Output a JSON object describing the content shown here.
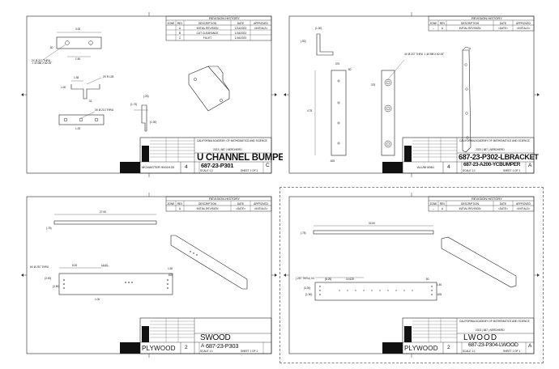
{
  "sheets": [
    {
      "revision_table": {
        "header": "REVISION HISTORY",
        "columns": [
          "ZONE",
          "REV",
          "DESCRIPTION",
          "DATE",
          "APPROVED"
        ],
        "rows": [
          [
            "",
            "A",
            "INITIAL REVISION",
            "1/14/2023",
            "<INITIALS>"
          ],
          [
            "",
            "B",
            "CUT CLEARANCE",
            "1/16/2023",
            ""
          ],
          [
            "",
            "C",
            "FILLET",
            "1/16/2023",
            ""
          ]
        ]
      },
      "dims": [
        "3.00",
        "1.50",
        ".50",
        "1.38",
        "1.00",
        "(1.73)",
        ".31",
        "1.25",
        "2X Ø.213 THRU\n↧ Ø.386 X 82.00°",
        "2X R.125",
        "3X Ø.213 THRU",
        "(.25)",
        "(1.00)"
      ],
      "school": "CALIFORNIA ACADEMY OF MATHEMATICS AND SCIENCE",
      "team": "2023 | 687 | NERDHERD",
      "title": "U CHANNEL BUMPER",
      "material": "MCMASTER 9001K33",
      "sheet_no": "4",
      "dwg_no": "687-23-P301",
      "rev": "C",
      "scale": "SCALE 1:2",
      "sheet": "SHEET 1 OF 1"
    },
    {
      "revision_table": {
        "header": "REVISION HISTORY",
        "columns": [
          "ZONE",
          "REV",
          "DESCRIPTION",
          "DATE",
          "APPROVED"
        ],
        "rows": [
          [
            "–",
            "A",
            "INITIAL REVISION",
            "<DATE>",
            "<INITIALS>"
          ]
        ]
      },
      "dims": [
        "(1.00)",
        "(.50)",
        ".375",
        "4X Ø.207 THRU ↧ Ø.398 X 82.00°",
        ".375",
        "4.75",
        ".625",
        ".50"
      ],
      "school": "CALIFORNIA ACADEMY OF MATHEMATICS AND SCIENCE",
      "team": "2023 | 687 | NERDHERD",
      "title": "687-23-P302-LBRACKET",
      "material": "ALUM 6061",
      "sheet_no": "4",
      "dwg_no": "687-23-A200-YCBUMPER",
      "rev": "A",
      "scale": "SCALE 1:1",
      "sheet": "SHEET 1 OF 1"
    },
    {
      "revision_table": {
        "header": "REVISION HISTORY",
        "columns": [
          "ZONE",
          "REV",
          "DESCRIPTION",
          "DATE",
          "APPROVED"
        ],
        "rows": [
          [
            "",
            "A",
            "INITIAL REVISION",
            "<DATE>",
            "<INITIALS>"
          ]
        ]
      },
      "dims": [
        "27.50",
        "(.75)",
        "6X Ø.257 THRU",
        "6.00",
        "14.00",
        "(3.00)",
        "(3.50)",
        "1.00",
        "1.50",
        ".625"
      ],
      "title": "SWOOD",
      "material": "PLYWOOD",
      "sheet_no": "2",
      "dwg_no": "687-23-P303",
      "rev": "A",
      "scale": "SCALE 1:1",
      "sheet": "SHEET 1 OF 1"
    },
    {
      "revision_table": {
        "header": "REVISION HISTORY",
        "columns": [
          "ZONE",
          "REV",
          "DESCRIPTION",
          "DATE",
          "APPROVED"
        ],
        "rows": [
          [
            "–",
            "A",
            "INITIAL REVISION",
            "<DATE>",
            "<INITIALS>"
          ]
        ]
      },
      "dims": [
        "32.50",
        "(.75)",
        "(8.25)",
        "14.625",
        ".50",
        "(3.00)",
        "(1.50)",
        "(.257 THRU) X4",
        "1.50",
        ".625"
      ],
      "school": "CALIFORNIA ACADEMY OF MATHEMATICS AND SCIENCE",
      "team": "2023 | 687 | NERDHERD",
      "title": "LWOOD",
      "material": "PLYWOOD",
      "sheet_no": "2",
      "dwg_no": "687-23-P304-LWOOD",
      "rev": "A",
      "scale": "SCALE 1:1",
      "sheet": "SHEET 1 OF 1"
    }
  ]
}
